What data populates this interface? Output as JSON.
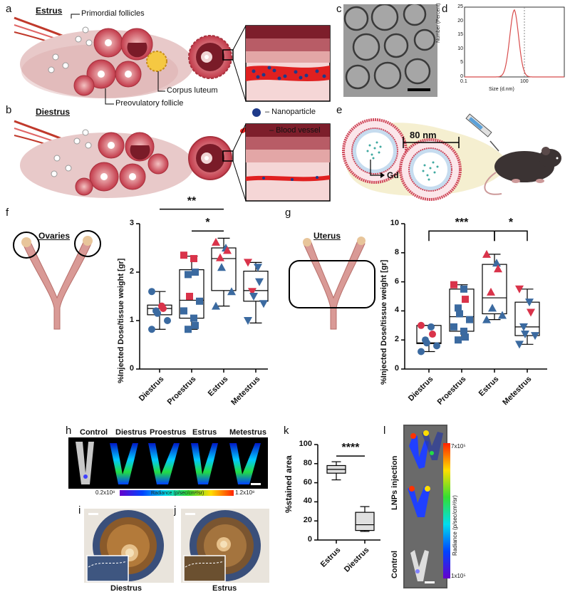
{
  "panels": {
    "a": "a",
    "b": "b",
    "c": "c",
    "d": "d",
    "e": "e",
    "f": "f",
    "g": "g",
    "h": "h",
    "i": "i",
    "j": "j",
    "k": "k",
    "l": "l"
  },
  "schematic": {
    "estrus_title": "Estrus",
    "diestrus_title": "Diestrus",
    "primordial": "Primordial follicles",
    "corpus_luteum": "Corpus luteum",
    "preovulatory": "Preovulatory follicle",
    "nanoparticle": "– Nanoparticle",
    "blood_vessel": "– Blood vessel",
    "size_label": "80 nm",
    "gd_label": "Gd"
  },
  "dls": {
    "ylabel": "Number (Percent)",
    "xlabel": "Size (d.nm)",
    "yticks": [
      "0",
      "5",
      "10",
      "15",
      "20",
      "25"
    ],
    "xticks": [
      "0.1",
      "100"
    ]
  },
  "ovaries_title": "Ovaries",
  "uterus_title": "Uterus",
  "chart_data": [
    {
      "type": "box",
      "panel": "f",
      "ylabel": "%Injected Dose/tissue weight [gr]",
      "categories": [
        "Diestrus",
        "Proestrus",
        "Estrus",
        "Metestrus"
      ],
      "ylim": [
        0,
        3
      ],
      "yticks": [
        "0",
        "1",
        "2",
        "3"
      ],
      "boxes": [
        {
          "min": 0.82,
          "q1": 1.12,
          "median": 1.25,
          "q3": 1.32,
          "max": 1.6
        },
        {
          "min": 0.82,
          "q1": 1.05,
          "median": 1.42,
          "q3": 2.05,
          "max": 2.33
        },
        {
          "min": 1.3,
          "q1": 1.62,
          "median": 2.28,
          "q3": 2.5,
          "max": 2.7
        },
        {
          "min": 0.95,
          "q1": 1.4,
          "median": 1.62,
          "q3": 2.02,
          "max": 2.2
        }
      ],
      "points": [
        [
          1.6,
          1.3,
          1.25,
          1.2,
          1.15,
          1.0,
          0.82
        ],
        [
          2.35,
          2.28,
          2.0,
          1.95,
          1.5,
          1.4,
          1.2,
          1.05,
          0.9,
          0.82
        ],
        [
          2.62,
          2.5,
          2.45,
          2.3,
          2.1,
          1.6,
          1.3
        ],
        [
          2.2,
          2.1,
          1.8,
          1.6,
          1.5,
          1.35,
          1.0
        ]
      ],
      "significance": [
        {
          "from": 0,
          "to": 2,
          "label": "**",
          "y": 3.3
        },
        {
          "from": 1,
          "to": 2,
          "label": "*",
          "y": 2.85
        }
      ]
    },
    {
      "type": "box",
      "panel": "g",
      "ylabel": "%Injected Dose/tissue weight [gr]",
      "categories": [
        "Diestrus",
        "Proestrus",
        "Estrus",
        "Metestrus"
      ],
      "ylim": [
        0,
        10
      ],
      "yticks": [
        "0",
        "2",
        "4",
        "6",
        "8",
        "10"
      ],
      "boxes": [
        {
          "min": 1.2,
          "q1": 1.75,
          "median": 1.8,
          "q3": 3.0,
          "max": 3.0
        },
        {
          "min": 2.0,
          "q1": 2.6,
          "median": 3.6,
          "q3": 5.5,
          "max": 5.8
        },
        {
          "min": 3.4,
          "q1": 3.8,
          "median": 4.9,
          "q3": 7.2,
          "max": 7.9
        },
        {
          "min": 1.7,
          "q1": 2.3,
          "median": 2.9,
          "q3": 4.6,
          "max": 5.5
        }
      ],
      "points": [
        [
          3.0,
          2.9,
          2.4,
          2.0,
          1.8,
          1.6,
          1.2
        ],
        [
          5.8,
          5.5,
          4.8,
          4.2,
          3.8,
          3.4,
          2.9,
          2.6,
          2.2,
          2.0
        ],
        [
          7.9,
          7.3,
          6.9,
          5.3,
          4.2,
          3.7,
          3.4
        ],
        [
          5.5,
          4.6,
          3.9,
          2.9,
          2.4,
          2.3,
          1.7
        ]
      ],
      "significance": [
        {
          "from": 0,
          "to": 2,
          "label": "***",
          "y": 9.5
        },
        {
          "from": 2,
          "to": 3,
          "label": "*",
          "y": 9.5
        }
      ]
    },
    {
      "type": "box",
      "panel": "k",
      "ylabel": "%stained area",
      "categories": [
        "Estrus",
        "Diestrus"
      ],
      "ylim": [
        0,
        100
      ],
      "yticks": [
        "0",
        "20",
        "40",
        "60",
        "80",
        "100"
      ],
      "boxes": [
        {
          "min": 63,
          "q1": 70,
          "median": 74,
          "q3": 78,
          "max": 82
        },
        {
          "min": 9,
          "q1": 10,
          "median": 16,
          "q3": 29,
          "max": 35
        }
      ],
      "significance": [
        {
          "from": 0,
          "to": 1,
          "label": "****",
          "y": 88
        }
      ]
    }
  ],
  "imaging": {
    "labels": [
      "Control",
      "Diestrus",
      "Proestrus",
      "Estrus",
      "Metestrus"
    ],
    "scale_min": "0.2x10⁸",
    "scale_max": "1.2x10⁸",
    "scale_caption": "Radiance (p/sec/cm²/sr)"
  },
  "histology": {
    "i_label": "Diestrus",
    "j_label": "Estrus"
  },
  "panel_l": {
    "lnp_label": "LNPs injection",
    "control_label": "Control",
    "scale_max": "7x10⁵",
    "scale_min": "1x10⁵",
    "scale_caption": "Radiance (p/sec/cm²/sr)"
  }
}
